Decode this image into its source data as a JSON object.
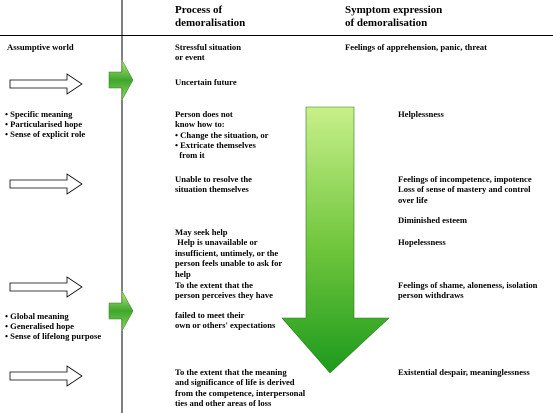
{
  "headers": {
    "process": "Process of\ndemoralisation",
    "symptom": "Symptom expression\nof demoralisation"
  },
  "assumptive_world": {
    "label": "Assumptive world",
    "group1": [
      "Specific meaning",
      "Particularised hope",
      "Sense of explicit role"
    ],
    "group2": [
      "Global meaning",
      "Generalised hope",
      "Sense of lifelong purpose"
    ]
  },
  "process": {
    "p1": "Stressful situation\nor event",
    "p2": "Uncertain future",
    "p3": "Person does not\nknow how to:",
    "p3_items": [
      "Change the situation, or",
      "Extricate themselves\n  from it"
    ],
    "p4": "Unable to resolve the\nsituation themselves",
    "p5": "May seek help\n Help is unavailable or\ninsufficient, untimely, or the\nperson feels unable to ask for\nhelp",
    "p6": "To the extent that the\nperson perceives they have",
    "p7": "failed to meet their\nown or others' expectations",
    "p8": "To the extent that the meaning\nand significance of life is derived\nfrom the competence, interpersonal\nties and other areas of loss"
  },
  "symptoms": {
    "s1": "Feelings of apprehension, panic, threat",
    "s2": "Helplessness",
    "s3": "Feelings of incompetence, impotence\nLoss of sense of mastery and control\nover life",
    "s4": "Diminished esteem",
    "s5": "Hopelessness",
    "s6": "Feelings of shame, aloneness, isolation\nperson withdraws",
    "s7": "Existential despair, meaninglessness"
  },
  "colors": {
    "arrow_green_light": "#c8f08a",
    "arrow_green_dark": "#1d9a1d",
    "line": "#000000"
  }
}
